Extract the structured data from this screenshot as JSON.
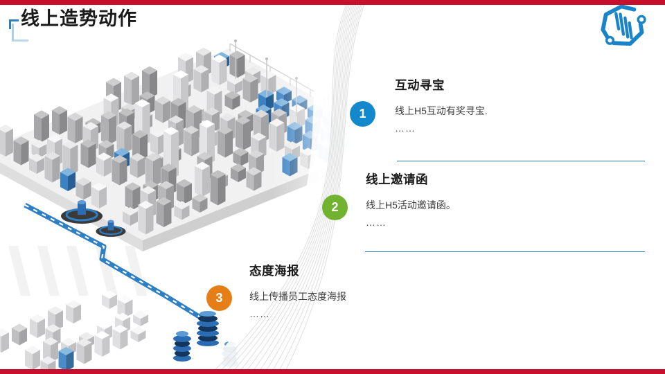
{
  "slide": {
    "title": "线上造势动作",
    "colors": {
      "accent_red": "#C8102E",
      "divider_blue": "#2878AE",
      "logo_blue": "#1984C8",
      "title_text": "#1A1A1A"
    }
  },
  "logo": {
    "name": "hexagon-network-logo"
  },
  "illustration": {
    "name": "isometric-smart-warehouse-illustration"
  },
  "items": [
    {
      "number": "1",
      "color": "#1389CB",
      "heading": "互动寻宝",
      "body": "线上H5互动有奖寻宝.",
      "more": "……"
    },
    {
      "number": "2",
      "color": "#71B32F",
      "heading": "线上邀请函",
      "body": "线上H5活动邀请函。",
      "more": "……"
    },
    {
      "number": "3",
      "color": "#E67E17",
      "heading": "态度海报",
      "body": "线上传播员工态度海报",
      "more": "……"
    }
  ]
}
